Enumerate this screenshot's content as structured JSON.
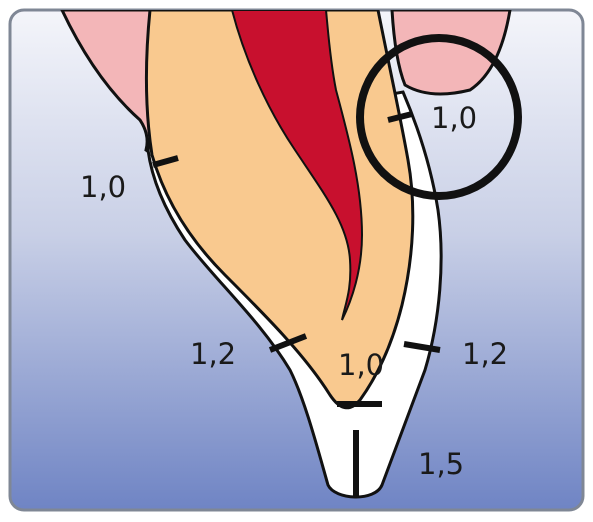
{
  "labels": {
    "incisal_left": "1,0",
    "incisal_right": "1,0",
    "mid_left": "1,2",
    "center": "1,0",
    "mid_right": "1,2",
    "bottom": "1,5"
  },
  "colors": {
    "background_top": "#f4f5fa",
    "background_bottom": "#6f84c4",
    "frame_stroke": "#7f8795",
    "gum": "#f3b6b8",
    "dentin": "#f9c98f",
    "pulp": "#c8102e",
    "enamel": "#ffffff",
    "outline": "#111111"
  }
}
